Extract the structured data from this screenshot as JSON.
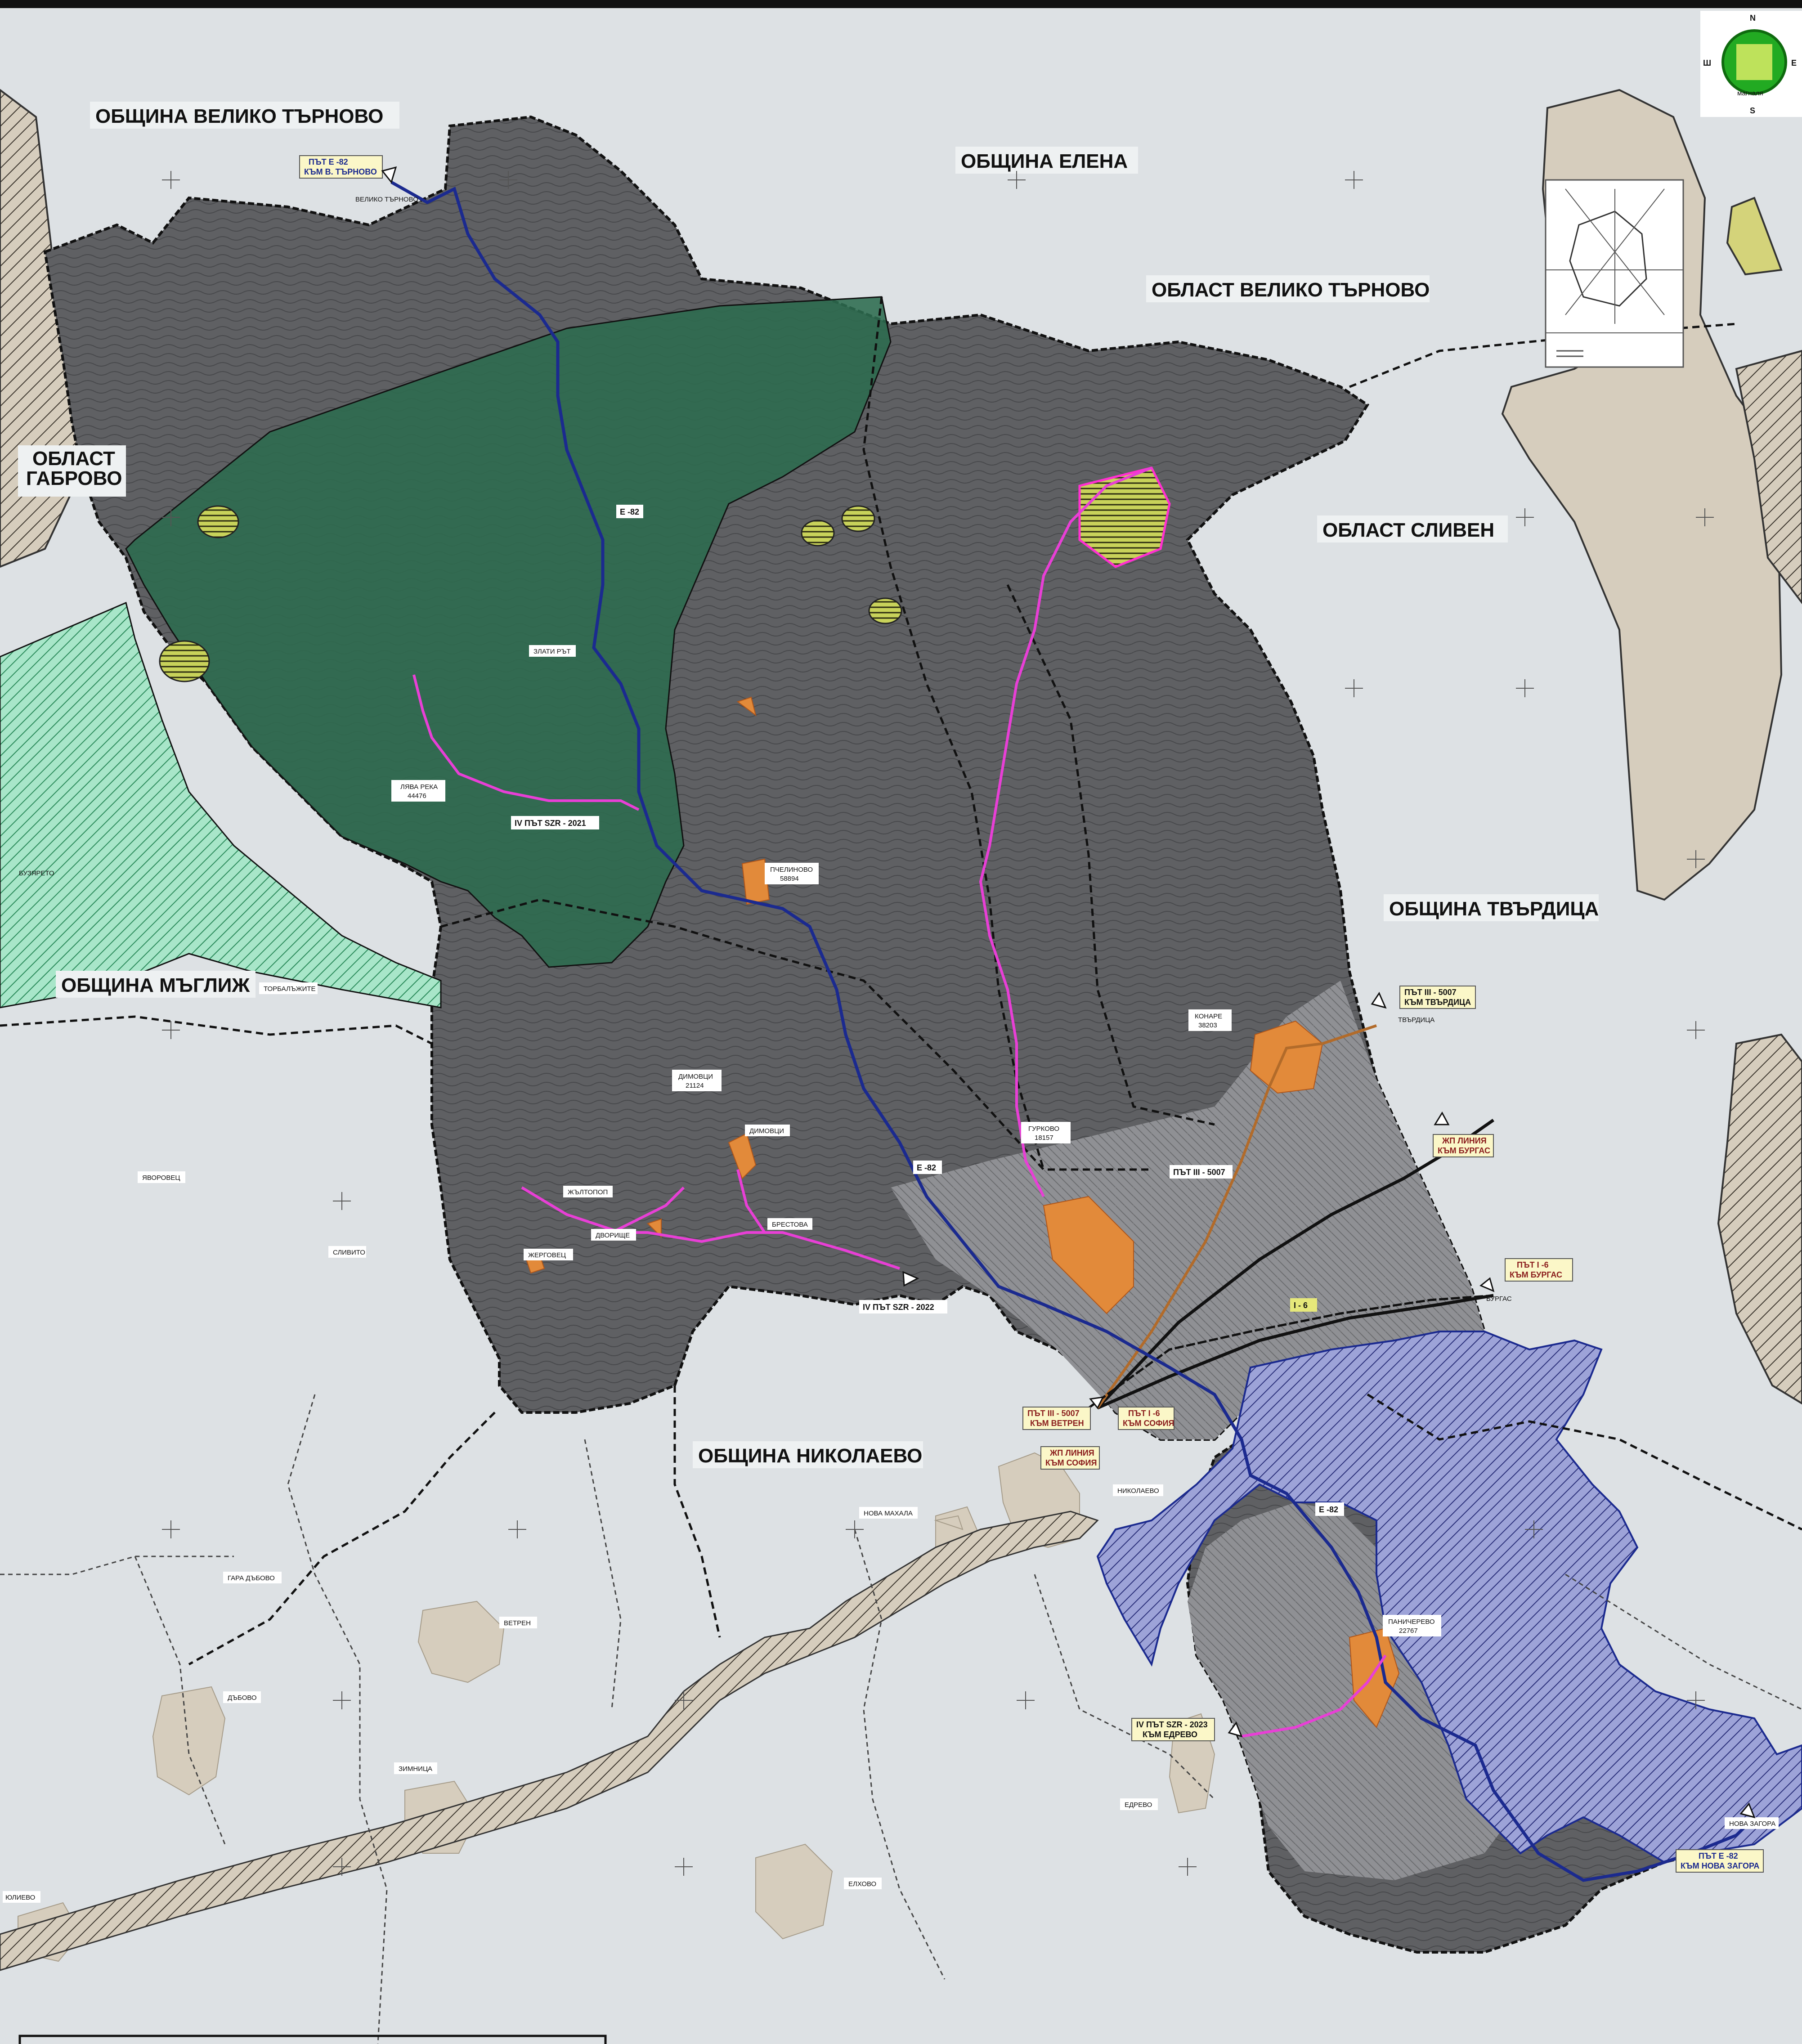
{
  "map": {
    "municipalities": [
      {
        "id": "veliko-tarnovo",
        "text": "ОБЩИНА ВЕЛИКО ТЪРНОВО"
      },
      {
        "id": "elena",
        "text": "ОБЩИНА ЕЛЕНА"
      },
      {
        "id": "oblast-vt",
        "text": "ОБЛАСТ ВЕЛИКО ТЪРНОВО"
      },
      {
        "id": "oblast-gabrovo-1",
        "text": "ОБЛАСТ"
      },
      {
        "id": "oblast-gabrovo-2",
        "text": "ГАБРОВО"
      },
      {
        "id": "oblast-sliven",
        "text": "ОБЛАСТ СЛИВЕН"
      },
      {
        "id": "tvarditsa",
        "text": "ОБЩИНА ТВЪРДИЦА"
      },
      {
        "id": "maglizh",
        "text": "ОБЩИНА МЪГЛИЖ"
      },
      {
        "id": "nikolaevo",
        "text": "ОБЩИНА НИКОЛАЕВО"
      }
    ],
    "villages": [
      {
        "id": "liava-reka",
        "name": "ЛЯВА РЕКА",
        "code": "44476"
      },
      {
        "id": "pchelinovo",
        "name": "ПЧЕЛИНОВО",
        "code": "58894"
      },
      {
        "id": "dimovtsi",
        "name": "ДИМОВЦИ",
        "code": "21124"
      },
      {
        "id": "gurkovo",
        "name": "ГУРКОВО",
        "code": "18157"
      },
      {
        "id": "konare",
        "name": "КОНАРЕ",
        "code": "38203"
      },
      {
        "id": "panicherevo",
        "name": "ПАНИЧЕРЕВО",
        "code": "22767"
      }
    ],
    "settlements": [
      {
        "id": "zlati-rat",
        "text": "ЗЛАТИ РЪТ"
      },
      {
        "id": "dimovtsi-2",
        "text": "ДИМОВЦИ"
      },
      {
        "id": "zhaltopop",
        "text": "ЖЪЛТОПОП"
      },
      {
        "id": "dvorishte",
        "text": "ДВОРИЩЕ"
      },
      {
        "id": "brestova",
        "text": "БРЕСТОВА"
      },
      {
        "id": "zhergovets",
        "text": "ЖЕРГОВЕЦ"
      },
      {
        "id": "buzareto",
        "text": "БУЗЯРЕТО"
      },
      {
        "id": "torbalazhite",
        "text": "ТОРБАЛЪЖИТЕ"
      },
      {
        "id": "yavorovets",
        "text": "ЯВОРОВЕЦ"
      },
      {
        "id": "slivito",
        "text": "СЛИВИТО"
      },
      {
        "id": "nova-mahala",
        "text": "НОВА МАХАЛА"
      },
      {
        "id": "nikolaevo-town",
        "text": "НИКОЛАЕВО"
      },
      {
        "id": "gara-dabovo",
        "text": "ГАРА ДЪБОВО"
      },
      {
        "id": "vetren",
        "text": "ВЕТРЕН"
      },
      {
        "id": "dabovo",
        "text": "ДЪБОВО"
      },
      {
        "id": "zimnitsa",
        "text": "ЗИМНИЦА"
      },
      {
        "id": "edrevo",
        "text": "ЕДРЕВО"
      },
      {
        "id": "elhovo",
        "text": "ЕЛХОВО"
      },
      {
        "id": "yulievo",
        "text": "ЮЛИЕВО"
      },
      {
        "id": "nova-zagora",
        "text": "НОВА ЗАГОРА"
      },
      {
        "id": "burgas-s",
        "text": "БУРГАС"
      },
      {
        "id": "tvarditsa-s",
        "text": "ТВЪРДИЦА"
      },
      {
        "id": "veliko-tarnovo-s",
        "text": "ВЕЛИКО ТЪРНОВО"
      }
    ],
    "road_labels": [
      {
        "id": "e82-north",
        "text": "Е -82"
      },
      {
        "id": "e82-mid",
        "text": "Е -82"
      },
      {
        "id": "e82-south",
        "text": "Е -82"
      },
      {
        "id": "road-szr2021",
        "text": "IV ПЪТ SZR - 2021"
      },
      {
        "id": "road-szr2022",
        "text": "IV ПЪТ SZR - 2022"
      },
      {
        "id": "road-5007",
        "text": "ПЪТ III - 5007"
      },
      {
        "id": "road-i6",
        "text": "I - 6"
      }
    ],
    "exit_boxes": [
      {
        "id": "to-vt",
        "l1": "ПЪТ Е -82",
        "l2": "КЪМ В. ТЪРНОВО",
        "color": "#1b2a8f"
      },
      {
        "id": "to-tvarditsa",
        "l1": "ПЪТ III - 5007",
        "l2": "КЪМ ТВЪРДИЦА",
        "color": "#111111"
      },
      {
        "id": "rail-burgas",
        "l1": "ЖП ЛИНИЯ",
        "l2": "КЪМ БУРГАС",
        "color": "#8a1c1c"
      },
      {
        "id": "to-burgas",
        "l1": "ПЪТ I -6",
        "l2": "КЪМ БУРГАС",
        "color": "#8a1c1c"
      },
      {
        "id": "to-vetren",
        "l1": "ПЪТ III - 5007",
        "l2": "КЪМ ВЕТРЕН",
        "color": "#8a1c1c"
      },
      {
        "id": "to-sofia",
        "l1": "ПЪТ I -6",
        "l2": "КЪМ СОФИЯ",
        "color": "#8a1c1c"
      },
      {
        "id": "rail-sofia",
        "l1": "ЖП ЛИНИЯ",
        "l2": "КЪМ СОФИЯ",
        "color": "#8a1c1c"
      },
      {
        "id": "to-edrevo",
        "l1": "IV ПЪТ SZR - 2023",
        "l2": "КЪМ ЕДРЕВО",
        "color": "#111111"
      },
      {
        "id": "to-nova-zagora",
        "l1": "ПЪТ Е -82",
        "l2": "КЪМ НОВА ЗАГОРА",
        "color": "#1b2a8f"
      }
    ],
    "compass": {
      "n": "N",
      "s": "S",
      "w": "Ш",
      "e": "Е",
      "logo": "мaгналя"
    }
  }
}
